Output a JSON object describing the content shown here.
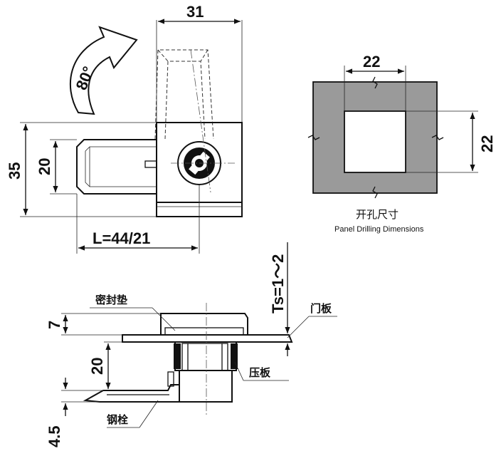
{
  "angle_label": "80°",
  "dimensions": {
    "width_31": "31",
    "height_35": "35",
    "height_20": "20",
    "length": "L=44/21",
    "panel_w": "22",
    "panel_h": "22",
    "ts": "Ts=1～2",
    "d7": "7",
    "d20": "20",
    "d45": "4.5"
  },
  "labels": {
    "seal": "密封垫",
    "door": "门板",
    "plate": "压板",
    "bolt": "钢栓"
  },
  "panel_caption": {
    "zh": "开孔尺寸",
    "en": "Panel Drilling Dimensions"
  },
  "colors": {
    "panel_fill": "#9a9a9a",
    "line": "#111111"
  }
}
